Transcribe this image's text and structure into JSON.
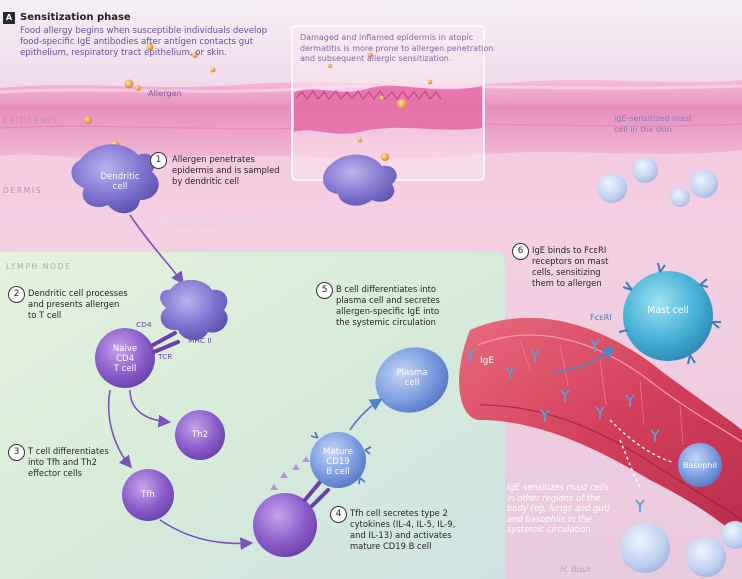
{
  "panel": {
    "letter": "A",
    "title": "Sensitization phase",
    "intro": [
      "Food allergy begins when susceptible individuals develop",
      "food-specific IgE antibodies after antigen contacts gut",
      "epithelium, respiratory tract epithelium, or skin."
    ]
  },
  "inset_note": [
    "Damaged and inflamed epidermis in atopic",
    "dermatitis is more prone to allergen penetration",
    "and subsequent allergic sensitization."
  ],
  "zones": {
    "epidermis": "EPIDERMIS",
    "dermis": "DERMIS",
    "lymph_node": "LYMPH NODE"
  },
  "labels": {
    "allergen": "Allergen",
    "ige_mast_skin": [
      "IgE-sensitized mast",
      "cell in the skin"
    ],
    "dc_migrates": [
      "Dendritic cell migrates",
      "to lymph node"
    ],
    "cd4": "CD4",
    "mhc": "MHC II",
    "tcr": "TCR",
    "fceri": "FcεRI",
    "ige": "IgE",
    "systemic": [
      "IgE sensitizes mast cells",
      "in other regions of the",
      "body (eg, lungs and gut)",
      "and basophils in the",
      "systemic circulation"
    ],
    "signature": "H. Bush"
  },
  "cells": {
    "dendritic": [
      "Dendritic",
      "cell"
    ],
    "naive": [
      "Naive",
      "CD4",
      "T cell"
    ],
    "th2": "Th2",
    "tfh": "Tfh",
    "mature_b": [
      "Mature",
      "CD19",
      "B cell"
    ],
    "plasma": [
      "Plasma",
      "cell"
    ],
    "mast": "Mast cell",
    "basophil": "Basophil"
  },
  "steps": [
    {
      "num": "1",
      "lines": [
        "Allergen penetrates",
        "epidermis and is sampled",
        "by dendritic cell"
      ]
    },
    {
      "num": "2",
      "lines": [
        "Dendritic cell processes",
        "and presents allergen",
        "to T cell"
      ]
    },
    {
      "num": "3",
      "lines": [
        "T cell differentiates",
        "into Tfh and Th2",
        "effector cells"
      ]
    },
    {
      "num": "4",
      "lines": [
        "Tfh cell secretes type 2",
        "cytokines (IL-4, IL-5, IL-9,",
        "and IL-13) and activates",
        "mature CD19 B cell"
      ]
    },
    {
      "num": "5",
      "lines": [
        "B cell differentiates into",
        "plasma cell and secretes",
        "allergen-specific IgE into",
        "the systemic circulation"
      ]
    },
    {
      "num": "6",
      "lines": [
        "IgE binds to FcεRI",
        "receptors on mast",
        "cells, sensitizing",
        "them to allergen"
      ]
    }
  ],
  "colors": {
    "dermis": "#f4cbe0",
    "epidermis": "#e996c3",
    "lymph": "#dcecd9",
    "cell_purple": "#8a5fc4",
    "cell_blue": "#6f8fd8",
    "vessel": "#d9475f",
    "receptor": "#5a9fd4"
  }
}
